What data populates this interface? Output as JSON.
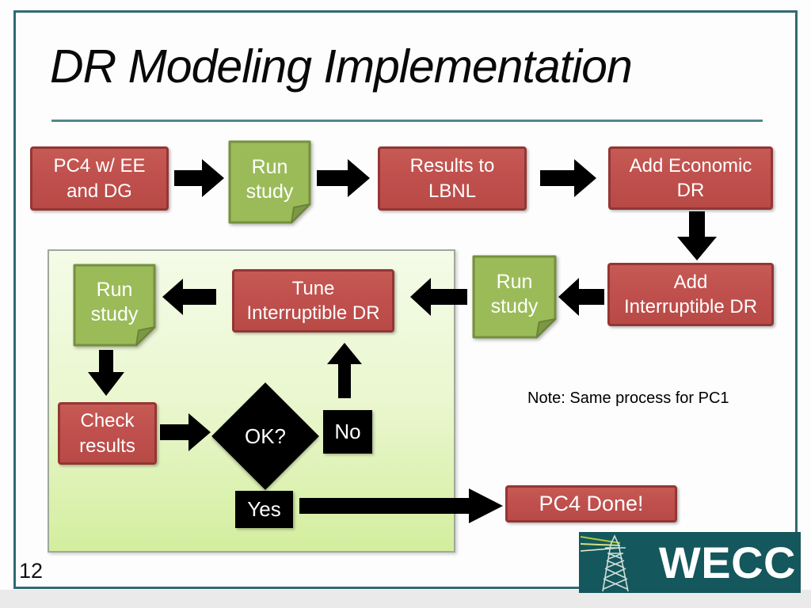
{
  "slide": {
    "title": "DR Modeling Implementation",
    "page_number": "12",
    "annotation": "Note: Same process for PC1"
  },
  "nodes": {
    "pc4_input": {
      "line1": "PC4 w/ EE",
      "line2": "and DG"
    },
    "run_study_1": {
      "line1": "Run",
      "line2": "study"
    },
    "results_lbnl": {
      "line1": "Results to",
      "line2": "LBNL"
    },
    "add_economic": {
      "line1": "Add Economic",
      "line2": "DR"
    },
    "add_interruptible": {
      "line1": "Add",
      "line2": "Interruptible DR"
    },
    "run_study_2": {
      "line1": "Run",
      "line2": "study"
    },
    "tune_interruptible": {
      "line1": "Tune",
      "line2": "Interruptible DR"
    },
    "run_study_3": {
      "line1": "Run",
      "line2": "study"
    },
    "check_results": {
      "line1": "Check",
      "line2": "results"
    },
    "decision": {
      "label": "OK?"
    },
    "no_label": {
      "label": "No"
    },
    "yes_label": {
      "label": "Yes"
    },
    "pc4_done": {
      "label": "PC4 Done!"
    }
  },
  "logo": {
    "text": "WECC",
    "icon": "transmission-tower-icon"
  },
  "icons": {
    "flow_arrow": "black-block-arrow",
    "process_box": "red-rounded-rectangle",
    "study_note": "green-folded-sticky-note",
    "decision_shape": "black-diamond"
  },
  "colors": {
    "red_fill": "#c0504d",
    "red_border": "#943634",
    "green_fill": "#9bbb59",
    "green_border": "#76903f",
    "panel_bottom": "#d3ee9e",
    "teal_frame": "#2f6b72",
    "divider": "#4e8a8e",
    "logo_bg": "#14575c",
    "arrow": "#000000"
  }
}
